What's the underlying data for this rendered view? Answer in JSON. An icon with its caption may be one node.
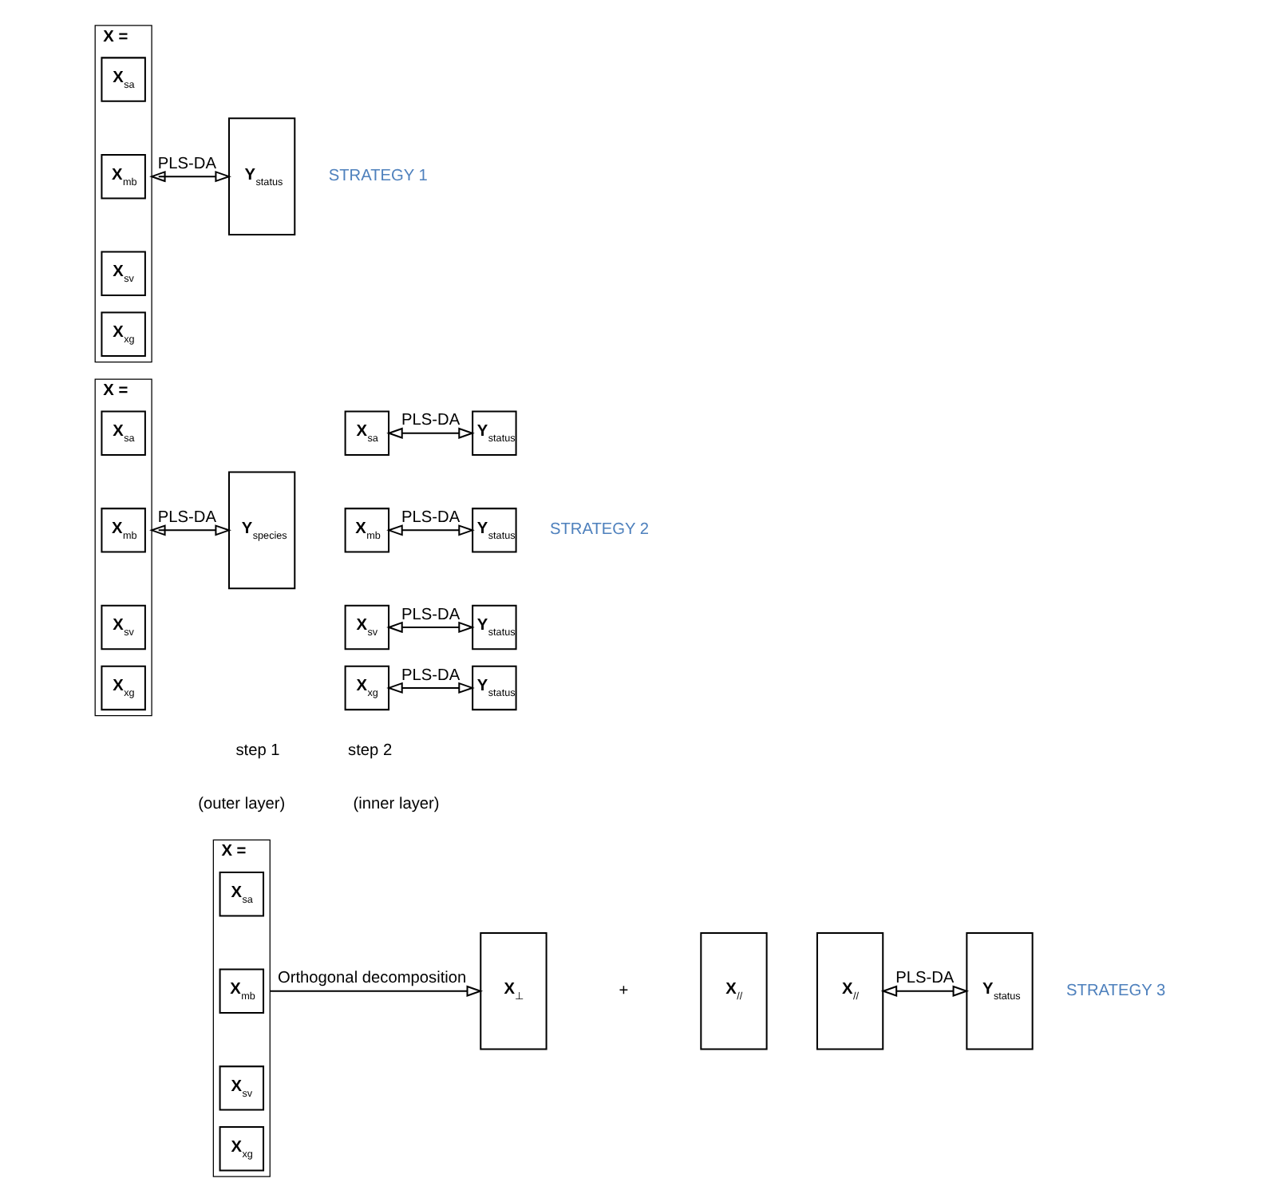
{
  "diagram": {
    "nodes": [
      {
        "text": [
          "X ="
        ]
      },
      {
        "text": [
          "X$_{sa}$"
        ],
        "in": 0
      },
      {
        "text": [
          "X$_{mb}$"
        ],
        "in": 0
      },
      {
        "text": [
          "X$_{sv}$"
        ],
        "in": 0
      },
      {
        "text": [
          "X$_{xg}$"
        ],
        "in": 0
      },
      {
        "text": [
          "Y$_{status}$"
        ]
      },
      {
        "text": [
          "X ="
        ]
      },
      {
        "text": [
          "X$_{sa}$"
        ],
        "in": 6
      },
      {
        "text": [
          "X$_{mb}$"
        ],
        "in": 6
      },
      {
        "text": [
          "X$_{sv}$"
        ],
        "in": 6
      },
      {
        "text": [
          "X$_{xg}$"
        ],
        "in": 6
      },
      {
        "text": [
          "Y$_{species}$"
        ]
      },
      {
        "text": [
          "X$_{sa}$"
        ]
      },
      {
        "text": [
          "Y$_{status}$"
        ]
      },
      {
        "text": [
          "X$_{mb}$"
        ]
      },
      {
        "text": [
          "Y$_{status}$"
        ]
      },
      {
        "text": [
          "X$_{sv}$"
        ]
      },
      {
        "text": [
          "Y$_{status}$"
        ]
      },
      {
        "text": [
          "X$_{xg}$"
        ]
      },
      {
        "text": [
          "Y$_{status}$"
        ]
      },
      {
        "text": [
          "X ="
        ]
      },
      {
        "text": [
          "X$_{sa}$"
        ],
        "in": 20
      },
      {
        "text": [
          "X$_{mb}$"
        ],
        "in": 20
      },
      {
        "text": [
          "X$_{sv}$"
        ],
        "in": 20
      },
      {
        "text": [
          "X$_{xg}$"
        ],
        "in": 20
      },
      {
        "text": [
          "X$_{⊥}$"
        ]
      },
      {
        "text": [
          "X$_{//}$"
        ]
      },
      {
        "text": [
          "X$_{//}$"
        ]
      },
      {
        "text": [
          "Y$_{status}$"
        ]
      }
    ],
    "edges": [
      {
        "from": 0,
        "to": 5,
        "arrow": "both",
        "label": "PLS-DA"
      },
      {
        "from": 6,
        "to": 11,
        "arrow": "both",
        "label": "PLS-DA"
      },
      {
        "from": 12,
        "to": 13,
        "arrow": "both",
        "label": "PLS-DA"
      },
      {
        "from": 14,
        "to": 15,
        "arrow": "both",
        "label": "PLS-DA"
      },
      {
        "from": 16,
        "to": 17,
        "arrow": "both",
        "label": "PLS-DA"
      },
      {
        "from": 18,
        "to": 19,
        "arrow": "both",
        "label": "PLS-DA"
      },
      {
        "from": 20,
        "to": 25,
        "arrow": "to",
        "label": "Orthogonal decomposition"
      },
      {
        "from": 27,
        "to": 28,
        "arrow": "both",
        "label": "PLS-DA"
      }
    ],
    "labels": [
      "STRATEGY 1",
      "STRATEGY 2",
      "step 1",
      "(outer layer)",
      "step 2",
      "(inner layer)",
      "STRATEGY 3",
      "+"
    ]
  }
}
